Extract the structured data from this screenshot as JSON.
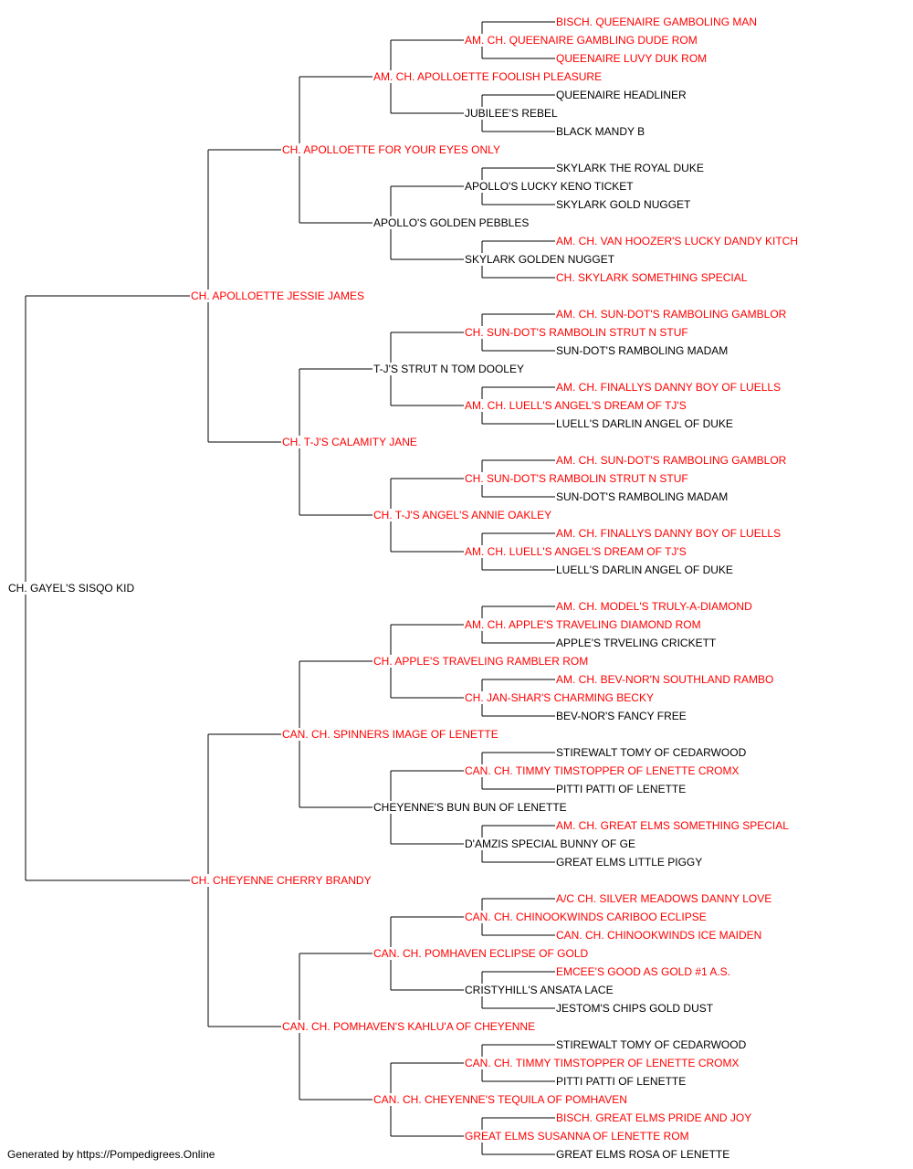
{
  "pedigree": {
    "name": "CH. GAYEL'S SISQO KID",
    "champion": false,
    "sire": {
      "name": "CH. APOLLOETTE JESSIE JAMES",
      "champion": true,
      "sire": {
        "name": "CH. APOLLOETTE FOR YOUR EYES ONLY",
        "champion": true,
        "sire": {
          "name": "AM. CH. APOLLOETTE FOOLISH PLEASURE",
          "champion": true,
          "sire": {
            "name": "AM. CH. QUEENAIRE GAMBLING DUDE ROM",
            "champion": true,
            "sire": {
              "name": "BISCH. QUEENAIRE GAMBOLING MAN",
              "champion": true
            },
            "dam": {
              "name": "QUEENAIRE LUVY DUK ROM",
              "champion": true
            }
          },
          "dam": {
            "name": "JUBILEE'S REBEL",
            "champion": false,
            "sire": {
              "name": "QUEENAIRE HEADLINER",
              "champion": false
            },
            "dam": {
              "name": "BLACK MANDY B",
              "champion": false
            }
          }
        },
        "dam": {
          "name": "APOLLO'S GOLDEN PEBBLES",
          "champion": false,
          "sire": {
            "name": "APOLLO'S LUCKY KENO TICKET",
            "champion": false,
            "sire": {
              "name": "SKYLARK THE ROYAL DUKE",
              "champion": false
            },
            "dam": {
              "name": "SKYLARK GOLD NUGGET",
              "champion": false
            }
          },
          "dam": {
            "name": "SKYLARK GOLDEN NUGGET",
            "champion": false,
            "sire": {
              "name": "AM. CH. VAN HOOZER'S LUCKY DANDY KITCH",
              "champion": true
            },
            "dam": {
              "name": "CH. SKYLARK SOMETHING SPECIAL",
              "champion": true
            }
          }
        }
      },
      "dam": {
        "name": "CH. T-J'S CALAMITY JANE",
        "champion": true,
        "sire": {
          "name": "T-J'S STRUT N TOM DOOLEY",
          "champion": false,
          "sire": {
            "name": "CH. SUN-DOT'S RAMBOLIN STRUT N STUF",
            "champion": true,
            "sire": {
              "name": "AM. CH. SUN-DOT'S RAMBOLING GAMBLOR",
              "champion": true
            },
            "dam": {
              "name": "SUN-DOT'S RAMBOLING MADAM",
              "champion": false
            }
          },
          "dam": {
            "name": "AM. CH. LUELL'S ANGEL'S DREAM OF TJ'S",
            "champion": true,
            "sire": {
              "name": "AM. CH. FINALLYS DANNY BOY OF LUELLS",
              "champion": true
            },
            "dam": {
              "name": "LUELL'S DARLIN ANGEL OF DUKE",
              "champion": false
            }
          }
        },
        "dam": {
          "name": "CH. T-J'S ANGEL'S ANNIE OAKLEY",
          "champion": true,
          "sire": {
            "name": "CH. SUN-DOT'S RAMBOLIN STRUT N STUF",
            "champion": true,
            "sire": {
              "name": "AM. CH. SUN-DOT'S RAMBOLING GAMBLOR",
              "champion": true
            },
            "dam": {
              "name": "SUN-DOT'S RAMBOLING MADAM",
              "champion": false
            }
          },
          "dam": {
            "name": "AM. CH. LUELL'S ANGEL'S DREAM OF TJ'S",
            "champion": true,
            "sire": {
              "name": "AM. CH. FINALLYS DANNY BOY OF LUELLS",
              "champion": true
            },
            "dam": {
              "name": "LUELL'S DARLIN ANGEL OF DUKE",
              "champion": false
            }
          }
        }
      }
    },
    "dam": {
      "name": "CH. CHEYENNE CHERRY BRANDY",
      "champion": true,
      "sire": {
        "name": "CAN. CH. SPINNERS IMAGE OF LENETTE",
        "champion": true,
        "sire": {
          "name": "CH. APPLE'S TRAVELING RAMBLER ROM",
          "champion": true,
          "sire": {
            "name": "AM. CH. APPLE'S TRAVELING DIAMOND ROM",
            "champion": true,
            "sire": {
              "name": "AM. CH. MODEL'S TRULY-A-DIAMOND",
              "champion": true
            },
            "dam": {
              "name": "APPLE'S TRVELING CRICKETT",
              "champion": false
            }
          },
          "dam": {
            "name": "CH. JAN-SHAR'S CHARMING BECKY",
            "champion": true,
            "sire": {
              "name": "AM. CH. BEV-NOR'N SOUTHLAND RAMBO",
              "champion": true
            },
            "dam": {
              "name": "BEV-NOR'S FANCY FREE",
              "champion": false
            }
          }
        },
        "dam": {
          "name": "CHEYENNE'S BUN BUN OF LENETTE",
          "champion": false,
          "sire": {
            "name": "CAN. CH. TIMMY TIMSTOPPER OF LENETTE CROMX",
            "champion": true,
            "sire": {
              "name": "STIREWALT TOMY OF CEDARWOOD",
              "champion": false
            },
            "dam": {
              "name": "PITTI PATTI OF LENETTE",
              "champion": false
            }
          },
          "dam": {
            "name": "D'AMZIS SPECIAL BUNNY OF GE",
            "champion": false,
            "sire": {
              "name": "AM. CH. GREAT ELMS SOMETHING SPECIAL",
              "champion": true
            },
            "dam": {
              "name": "GREAT ELMS LITTLE PIGGY",
              "champion": false
            }
          }
        }
      },
      "dam": {
        "name": "CAN. CH. POMHAVEN'S KAHLU'A OF CHEYENNE",
        "champion": true,
        "sire": {
          "name": "CAN. CH. POMHAVEN ECLIPSE OF GOLD",
          "champion": true,
          "sire": {
            "name": "CAN. CH. CHINOOKWINDS CARIBOO ECLIPSE",
            "champion": true,
            "sire": {
              "name": "A/C CH. SILVER MEADOWS DANNY LOVE",
              "champion": true
            },
            "dam": {
              "name": "CAN. CH. CHINOOKWINDS ICE MAIDEN",
              "champion": true
            }
          },
          "dam": {
            "name": "CRISTYHILL'S ANSATA LACE",
            "champion": false,
            "sire": {
              "name": "EMCEE'S GOOD AS GOLD #1 A.S.",
              "champion": true
            },
            "dam": {
              "name": "JESTOM'S CHIPS GOLD DUST",
              "champion": false
            }
          }
        },
        "dam": {
          "name": "CAN. CH. CHEYENNE'S TEQUILA OF POMHAVEN",
          "champion": true,
          "sire": {
            "name": "CAN. CH. TIMMY TIMSTOPPER OF LENETTE CROMX",
            "champion": true,
            "sire": {
              "name": "STIREWALT TOMY OF CEDARWOOD",
              "champion": false
            },
            "dam": {
              "name": "PITTI PATTI OF LENETTE",
              "champion": false
            }
          },
          "dam": {
            "name": "GREAT ELMS SUSANNA OF LENETTE ROM",
            "champion": true,
            "sire": {
              "name": "BISCH. GREAT ELMS PRIDE AND JOY",
              "champion": true
            },
            "dam": {
              "name": "GREAT ELMS ROSA OF LENETTE",
              "champion": false
            }
          }
        }
      }
    }
  },
  "colors": {
    "champion": "#ff0000",
    "plain": "#000000",
    "line": "#000000"
  },
  "footer": "Generated by https://Pompedigrees.Online"
}
